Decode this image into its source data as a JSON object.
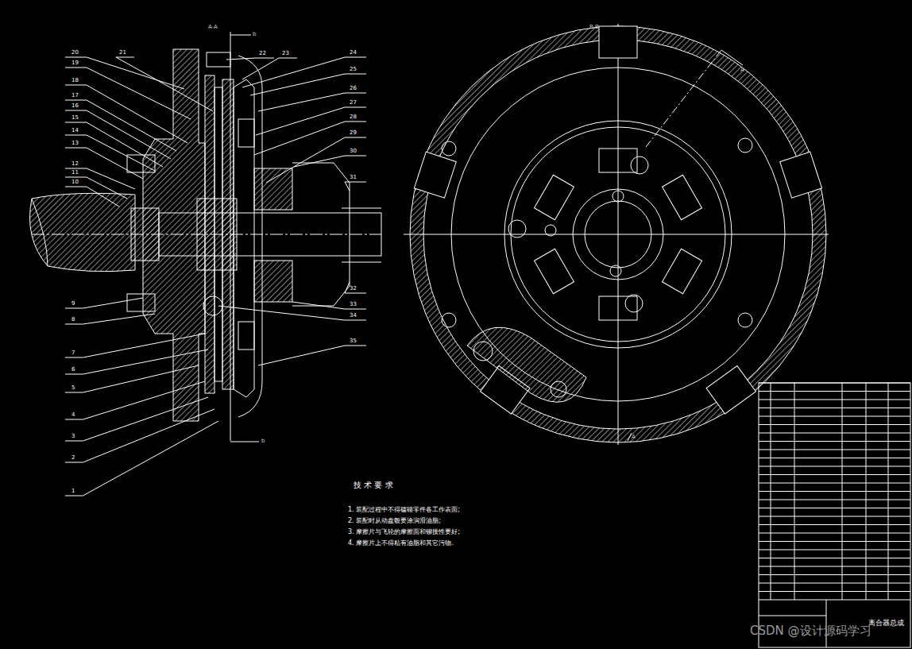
{
  "diagram": {
    "labels": [
      "A-A",
      "B-B",
      "A",
      "A",
      "b",
      "b",
      "20",
      "19",
      "18",
      "17",
      "16",
      "15",
      "14",
      "13",
      "12",
      "11",
      "10",
      "9",
      "8",
      "7",
      "6",
      "5",
      "4",
      "3",
      "2",
      "1",
      "21",
      "22",
      "23",
      "24",
      "25",
      "26",
      "27",
      "28",
      "29",
      "30",
      "31",
      "32",
      "33",
      "34",
      "35",
      "技 术 要 求",
      "1. 装配过程中不得磕碰零件各工作表面;",
      "2. 装配时从动盘毂要涂润滑油脂;",
      "3. 摩擦片与飞轮的摩擦面和铆接性要好;",
      "4. 摩擦片上不得粘有油脂和其它污物.",
      "离合器总成",
      "CSDN @设计源码学习"
    ]
  }
}
